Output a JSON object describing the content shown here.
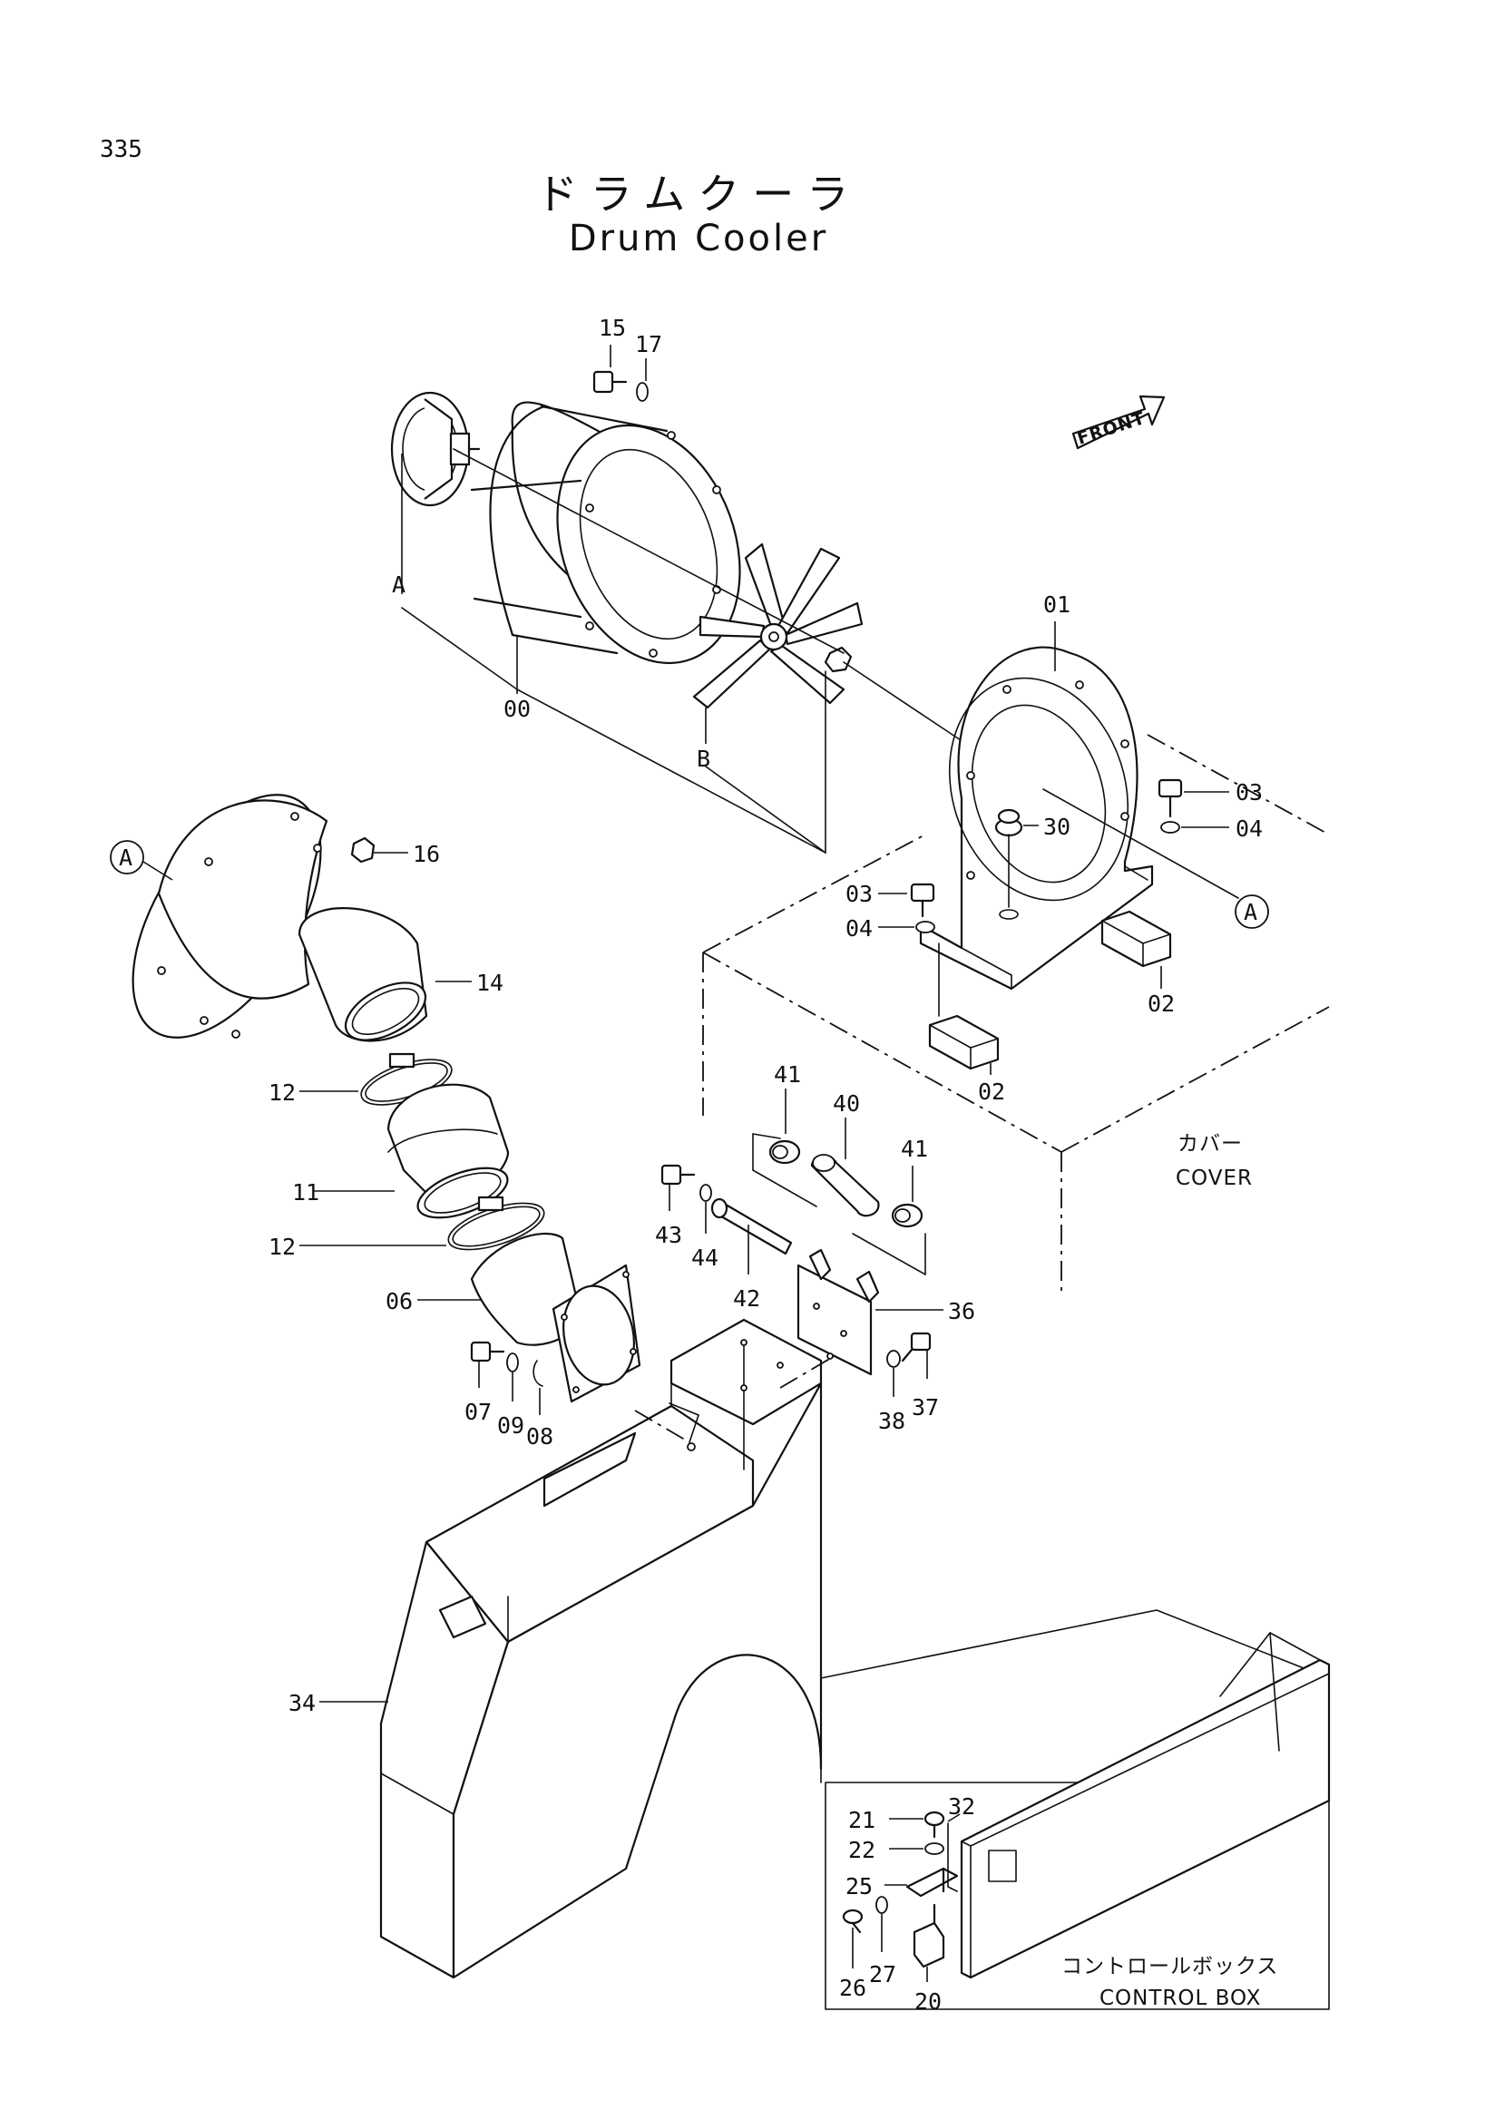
{
  "page_number": "335",
  "title": {
    "japanese": "ドラムクーラ",
    "english": "Drum Cooler"
  },
  "front_arrow": "FRONT",
  "view_markers": {
    "a": "A",
    "b": "B"
  },
  "part_numbers": {
    "p00": "00",
    "p01": "01",
    "p02a": "02",
    "p02b": "02",
    "p03a": "03",
    "p03b": "03",
    "p04a": "04",
    "p04b": "04",
    "p06": "06",
    "p07": "07",
    "p08": "08",
    "p09": "09",
    "p11": "11",
    "p12a": "12",
    "p12b": "12",
    "p14": "14",
    "p15": "15",
    "p16": "16",
    "p17": "17",
    "p20": "20",
    "p21": "21",
    "p22": "22",
    "p25": "25",
    "p26": "26",
    "p27": "27",
    "p30": "30",
    "p32": "32",
    "p34": "34",
    "p36": "36",
    "p37": "37",
    "p38": "38",
    "p40": "40",
    "p41a": "41",
    "p41b": "41",
    "p42": "42",
    "p43": "43",
    "p44": "44"
  },
  "assemblies": {
    "cover_jp": "カバー",
    "cover_en": "COVER",
    "control_box_jp": "コントロールボックス",
    "control_box_en": "CONTROL BOX"
  }
}
